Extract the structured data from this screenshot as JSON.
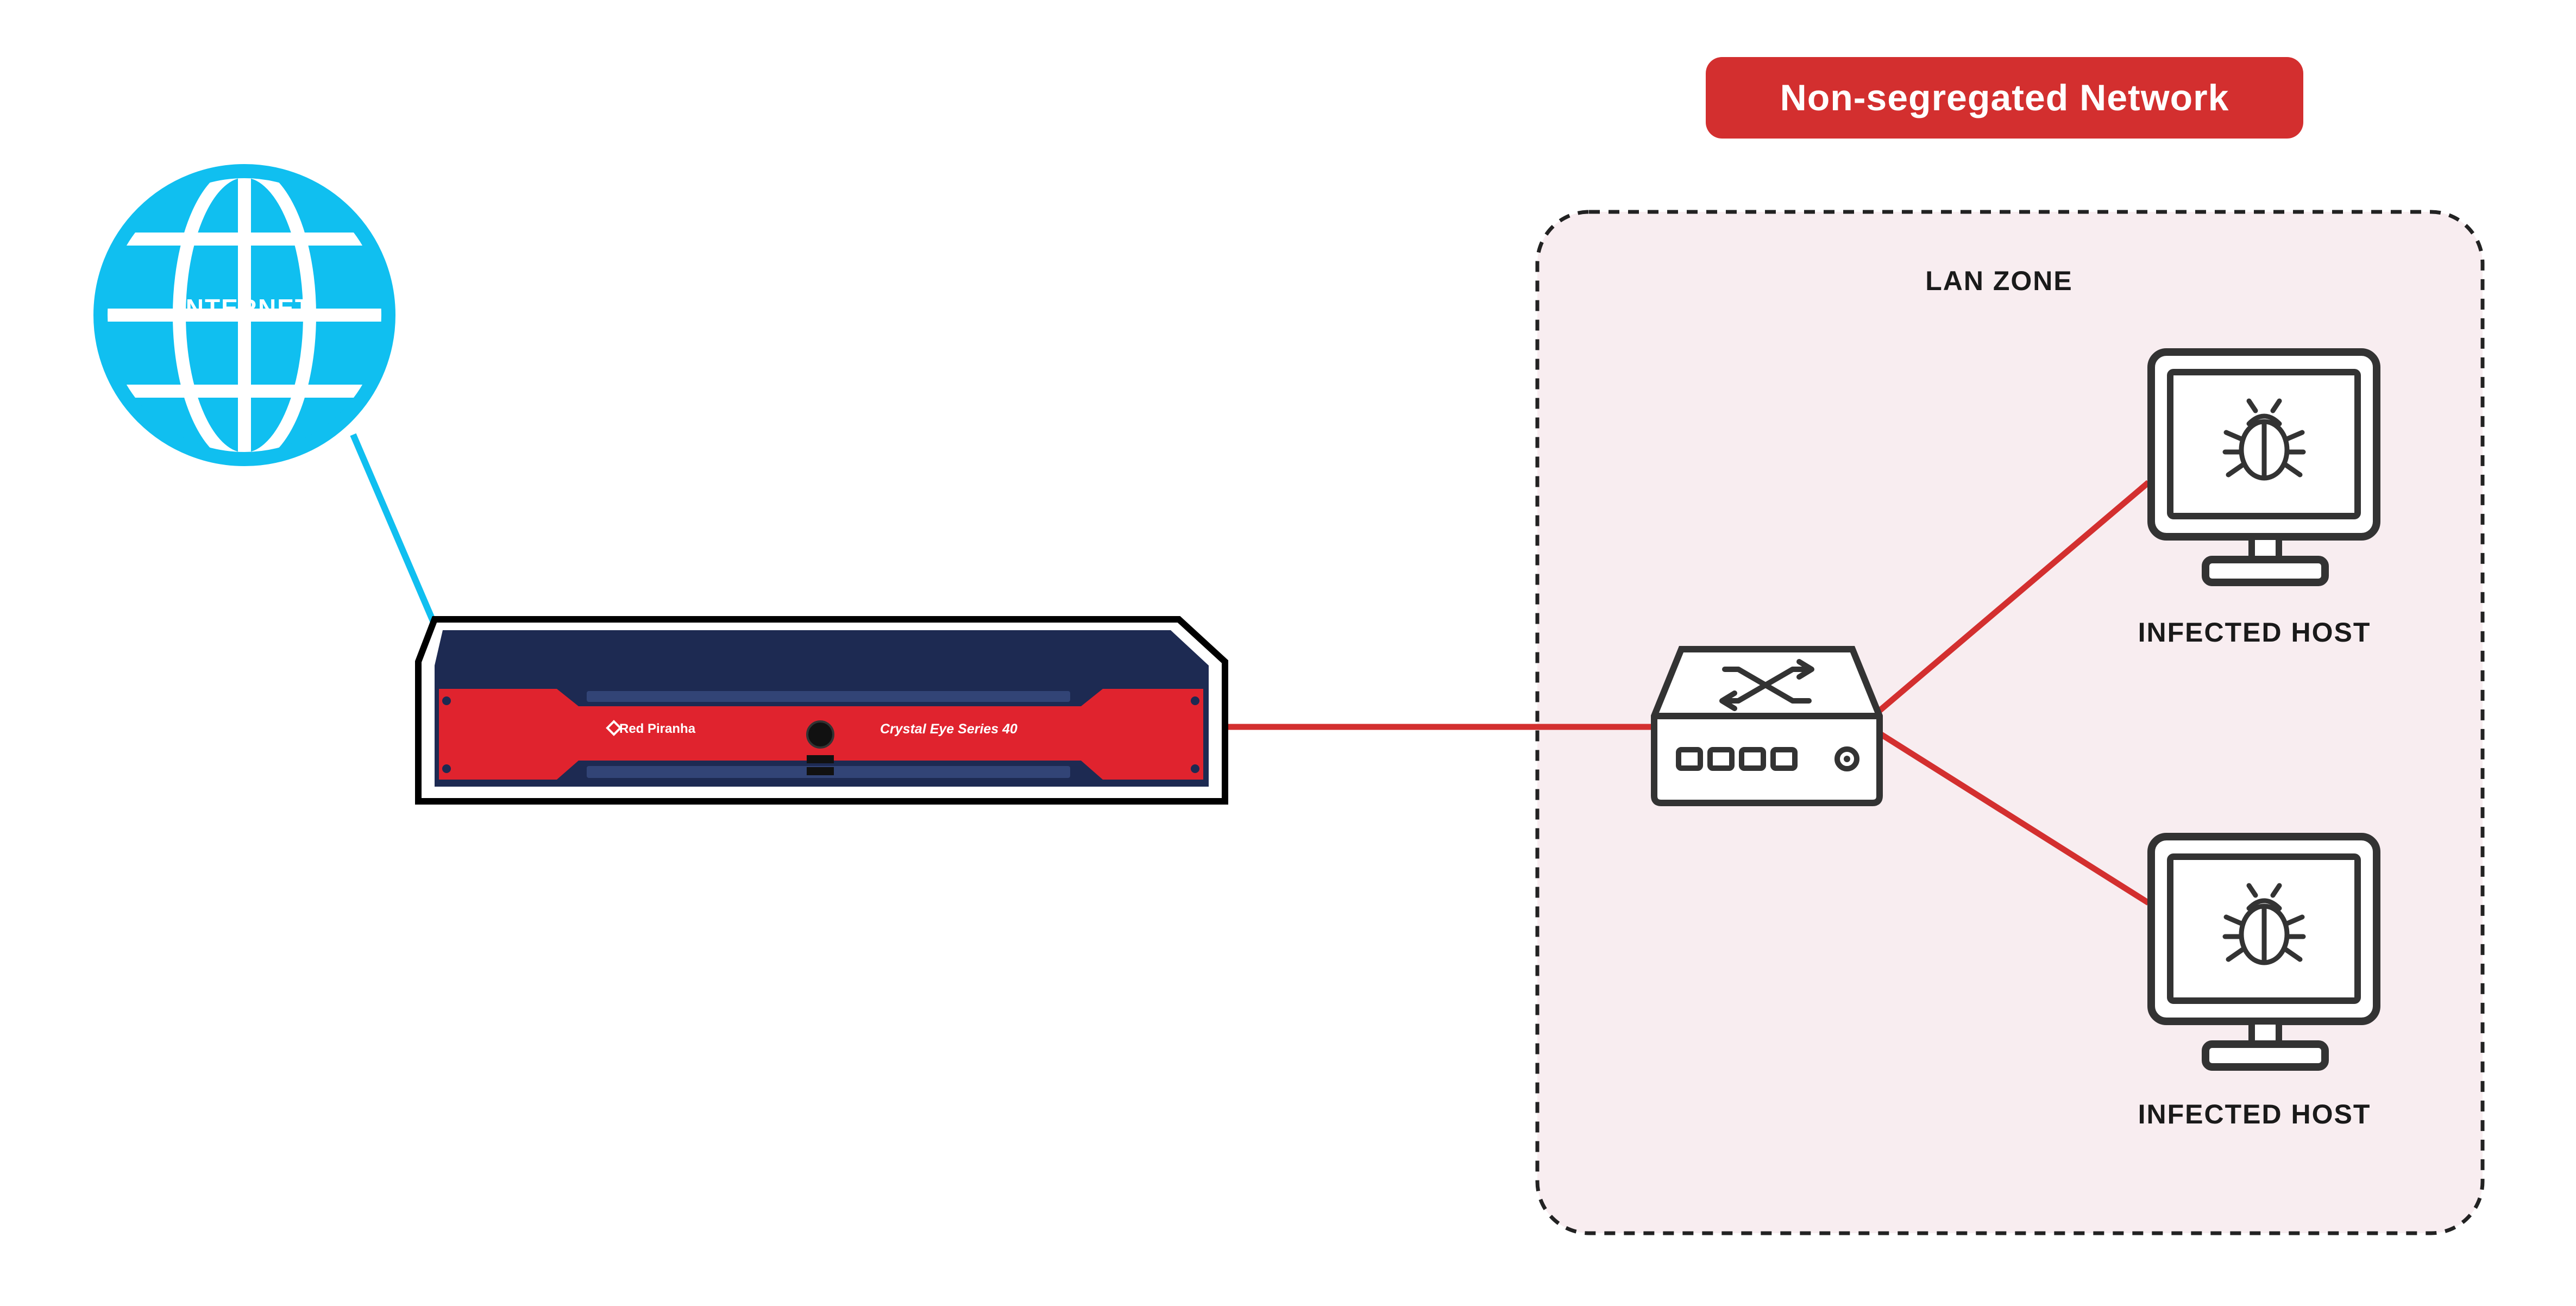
{
  "title": "Non-segregated Network",
  "zone": {
    "label": "LAN ZONE"
  },
  "internet": {
    "label": "INTERNET",
    "icon": "globe-icon"
  },
  "appliance": {
    "brand": "Red Piranha",
    "model": "Crystal Eye Series 40"
  },
  "switch": {
    "icon": "switch-icon"
  },
  "hosts": [
    {
      "label": "INFECTED HOST",
      "icon": "infected-monitor-icon"
    },
    {
      "label": "INFECTED HOST",
      "icon": "infected-monitor-icon"
    }
  ],
  "colors": {
    "title_bg": "#d32f2f",
    "internet_blue": "#10bff0",
    "link_red": "#d32f2f",
    "appliance_navy": "#1d2a52",
    "appliance_red": "#e0232e",
    "zone_bg": "#f8edf0"
  }
}
